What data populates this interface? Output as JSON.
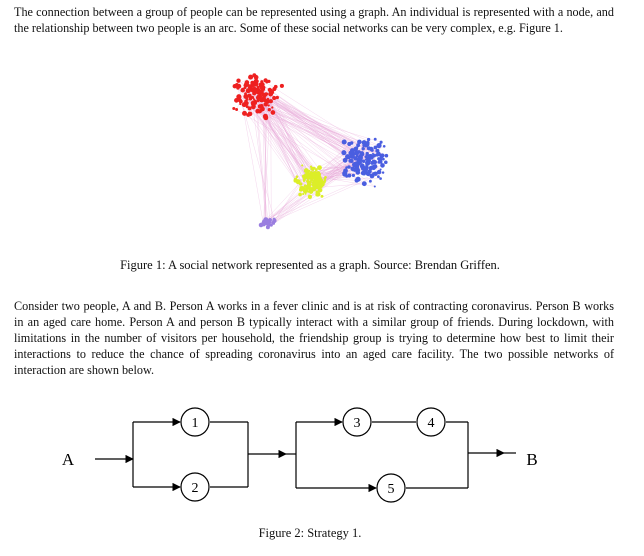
{
  "intro_paragraph": "The connection between a group of people can be represented using a graph. An individual is represented with a node, and the relationship between two people is an arc. Some of these social networks can be very complex, e.g. Figure 1.",
  "figure1": {
    "caption": "Figure 1: A social network represented as a graph. Source: Brendan Griffen.",
    "cluster_colors": {
      "red": "#ee2020",
      "blue": "#4a5ee0",
      "yellow": "#dcee28",
      "purple": "#9a7ee0",
      "pink": "#e7a8d8"
    }
  },
  "scenario_paragraph": "Consider two people, A and B. Person A works in a fever clinic and is at risk of contracting coronavirus. Person B works in an aged care home. Person A and person B typically interact with a similar group of friends. During lockdown, with limitations in the number of visitors per household, the friendship group is trying to determine how best to limit their interactions to reduce the chance of spreading coronavirus into an aged care facility. The two possible networks of interaction are shown below.",
  "figure2": {
    "caption": "Figure 2: Strategy 1.",
    "endpoint_a": "A",
    "endpoint_b": "B",
    "nodes": [
      "1",
      "2",
      "3",
      "4",
      "5"
    ]
  }
}
